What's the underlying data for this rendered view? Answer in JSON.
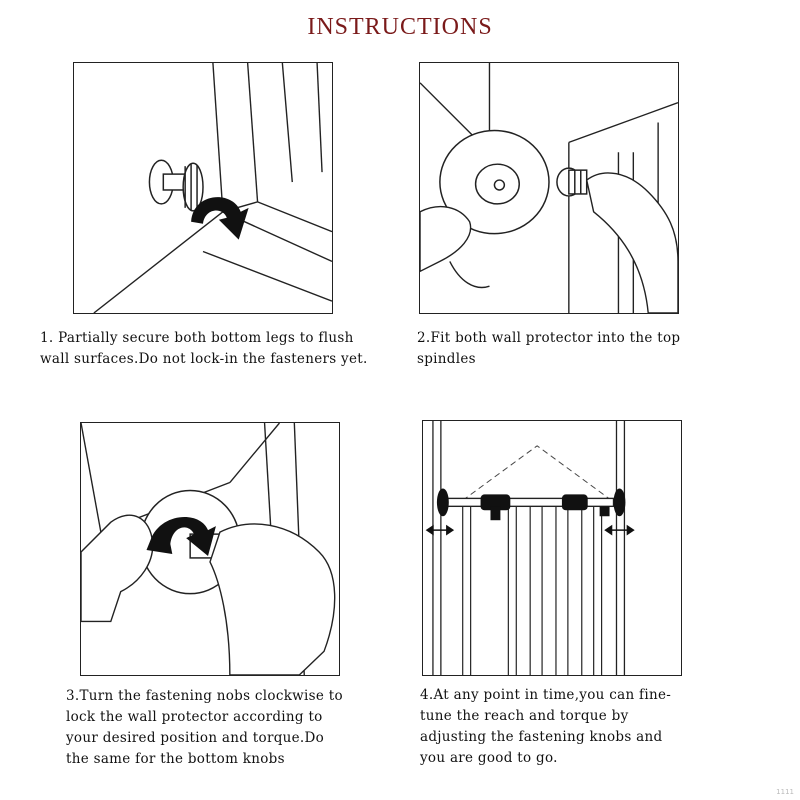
{
  "title": "INSTRUCTIONS",
  "steps": [
    {
      "lines": [
        "1. Partially secure both bottom legs to flush",
        "wall surfaces.Do not lock-in the fasteners yet."
      ]
    },
    {
      "lines": [
        "2.Fit both wall protector into the top",
        "spindles"
      ]
    },
    {
      "lines": [
        "3.Turn the fastening nobs clockwise to",
        "lock the wall protector according to",
        "your desired position and torque.Do",
        "the same for the bottom knobs"
      ]
    },
    {
      "lines": [
        "4.At any point in time,you can fine-",
        "tune the reach and torque by",
        "adjusting the fastening knobs and",
        "you are good to go."
      ]
    }
  ],
  "watermark": "1111"
}
